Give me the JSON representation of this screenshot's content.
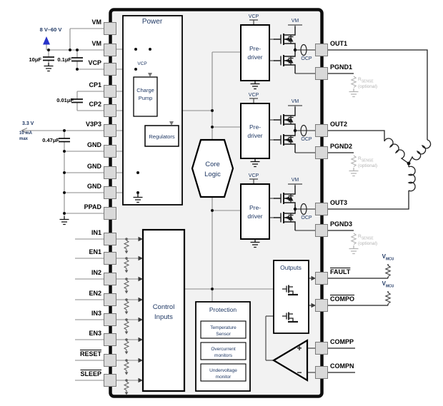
{
  "pins": {
    "left": [
      {
        "label": "VM",
        "overline": false
      },
      {
        "label": "VM",
        "overline": false
      },
      {
        "label": "VCP",
        "overline": false
      },
      {
        "label": "CP1",
        "overline": false
      },
      {
        "label": "CP2",
        "overline": false
      },
      {
        "label": "V3P3",
        "overline": false
      },
      {
        "label": "GND",
        "overline": false
      },
      {
        "label": "GND",
        "overline": false
      },
      {
        "label": "GND",
        "overline": false
      },
      {
        "label": "PPAD",
        "overline": false
      },
      {
        "label": "IN1",
        "overline": false
      },
      {
        "label": "EN1",
        "overline": false
      },
      {
        "label": "IN2",
        "overline": false
      },
      {
        "label": "EN2",
        "overline": false
      },
      {
        "label": "IN3",
        "overline": false
      },
      {
        "label": "EN3",
        "overline": false
      },
      {
        "label": "RESET",
        "overline": true
      },
      {
        "label": "SLEEP",
        "overline": true
      }
    ],
    "right": [
      {
        "label": "OUT1",
        "overline": false
      },
      {
        "label": "PGND1",
        "overline": false
      },
      {
        "label": "OUT2",
        "overline": false
      },
      {
        "label": "PGND2",
        "overline": false
      },
      {
        "label": "OUT3",
        "overline": false
      },
      {
        "label": "PGND3",
        "overline": false
      },
      {
        "label": "FAULT",
        "overline": true
      },
      {
        "label": "COMPO",
        "overline": true
      },
      {
        "label": "COMPP",
        "overline": false
      },
      {
        "label": "COMPN",
        "overline": false
      }
    ]
  },
  "blocks": {
    "power": "Power",
    "charge_pump_l1": "Charge",
    "charge_pump_l2": "Pump",
    "regulators": "Regulators",
    "core_l1": "Core",
    "core_l2": "Logic",
    "control_l1": "Control",
    "control_l2": "Inputs",
    "predriver_l1": "Pre-",
    "predriver_l2": "driver",
    "protection": "Protection",
    "temp_l1": "Temperature",
    "temp_l2": "Sensor",
    "oc_l1": "Overcurrent",
    "oc_l2": "monitors",
    "uv_l1": "Undervoltage",
    "uv_l2": "monitor",
    "outputs": "Outputs"
  },
  "labels": {
    "flags": {
      "vcp": "VCP",
      "vm": "VM",
      "ocp": "OCP"
    },
    "comparator_plus": "+",
    "comparator_minus": "−"
  },
  "external": {
    "supply_range": "8 V–60 V",
    "bulk_cap": "10μF",
    "vm_cap": "0.1μF",
    "cp_cap": "0.01μF",
    "v3p3_cap": "0.47μF",
    "v3p3_rail": "3.3 V",
    "v3p3_current": "10 mA",
    "v3p3_max": "max",
    "vmcu": {
      "base": "V",
      "sub": "MCU"
    },
    "rsense": {
      "base": "R",
      "sub": "SENSE",
      "note": "(optional)"
    }
  },
  "colors": {
    "ic_fill": "#f2f2f2",
    "pin_fill": "#d9d9d9",
    "navy_text": "#1f3864",
    "sense_grey": "#b3b3b3",
    "supply_arrow_blue": "#2733c9",
    "wire_grey": "#8a8a8a",
    "wire_dark": "#333333"
  }
}
